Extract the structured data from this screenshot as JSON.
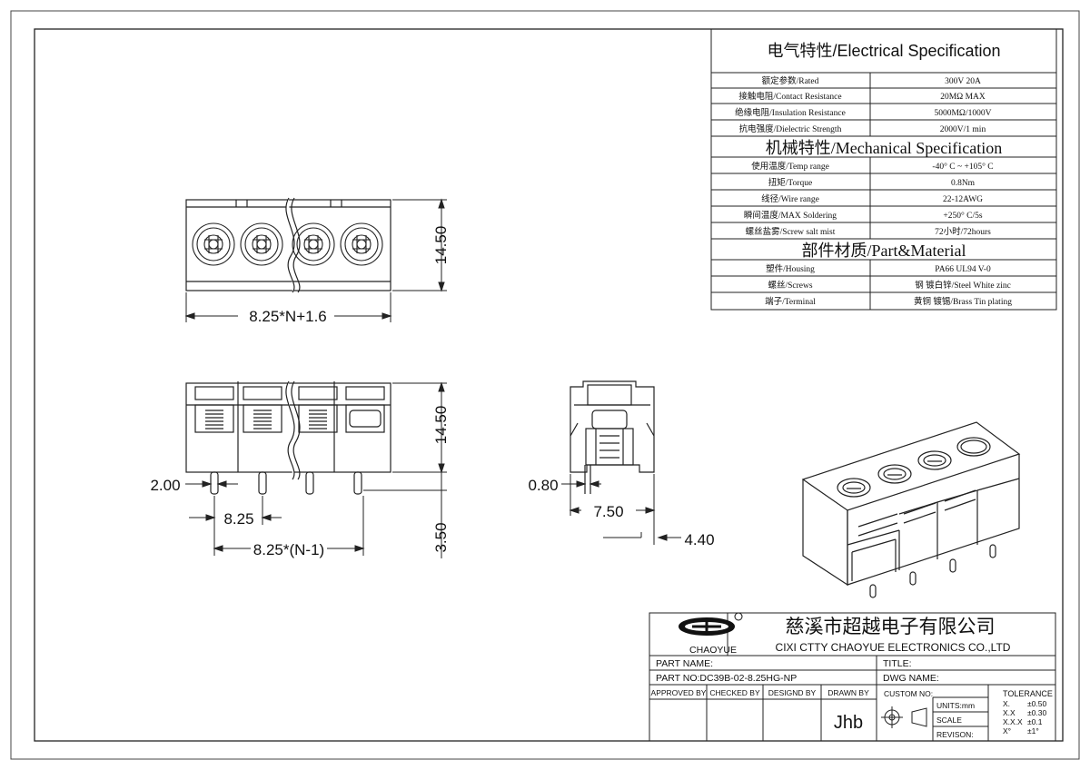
{
  "spec": {
    "electrical_title": "电气特性/Electrical Specification",
    "electrical_rows": [
      {
        "label": "额定参数/Rated",
        "value": "300V  20A"
      },
      {
        "label": "接触电阻/Contact Resistance",
        "value": "20MΩ MAX"
      },
      {
        "label": "绝缘电阻/Insulation Resistance",
        "value": "5000MΩ/1000V"
      },
      {
        "label": "抗电强度/Dielectric Strength",
        "value": "2000V/1 min"
      }
    ],
    "mechanical_title": "机械特性/Mechanical Specification",
    "mechanical_rows": [
      {
        "label": "使用温度/Temp range",
        "value": "-40° C ~ +105° C"
      },
      {
        "label": "扭矩/Torque",
        "value": "0.8Nm"
      },
      {
        "label": "线径/Wire range",
        "value": "22-12AWG"
      },
      {
        "label": "瞬间温度/MAX Soldering",
        "value": "+250° C/5s"
      },
      {
        "label": "螺丝盐雾/Screw salt mist",
        "value": "72小时/72hours"
      }
    ],
    "material_title": "部件材质/Part&Material",
    "material_rows": [
      {
        "label": "塑件/Housing",
        "value": "PA66 UL94 V-0"
      },
      {
        "label": "螺丝/Screws",
        "value": "钢 镀白锌/Steel White zinc"
      },
      {
        "label": "端子/Terminal",
        "value": "黄铜 镀锡/Brass Tin  plating"
      }
    ]
  },
  "dimensions": {
    "top_height": "14.50",
    "top_width": "8.25*N+1.6",
    "front_height": "14.50",
    "pin_dia": "2.00",
    "pitch": "8.25",
    "span": "8.25*(N-1)",
    "pin_len": "3.50",
    "side_pin": "0.80",
    "side_width": "7.50",
    "side_offset": "4.40"
  },
  "title_block": {
    "brand": "CHAOYUE",
    "company_cn": "慈溪市超越电子有限公司",
    "company_en": "CIXI CTTY  CHAOYUE ELECTRONICS CO.,LTD",
    "part_name_label": "PART NAME:",
    "title_label": "TITLE:",
    "part_no": "PART NO:DC39B-02-8.25HG-NP",
    "dwg_name_label": "DWG NAME:",
    "approved_by": "APPROVED BY",
    "checked_by": "CHECKED BY",
    "designed_by": "DESIGND BY",
    "drawn_by": "DRAWN BY",
    "drawn_by_value": "Jhb",
    "custom_no": "CUSTOM NO:",
    "units": "UNITS:mm",
    "scale": "SCALE",
    "revision": "REVISON:",
    "tolerance_title": "TOLERANCE",
    "tolerance_rows": [
      {
        "k": "X.",
        "v": "±0.50"
      },
      {
        "k": "X.X",
        "v": "±0.30"
      },
      {
        "k": "X.X.X",
        "v": "±0.1"
      },
      {
        "k": "X°",
        "v": "±1°"
      }
    ]
  }
}
